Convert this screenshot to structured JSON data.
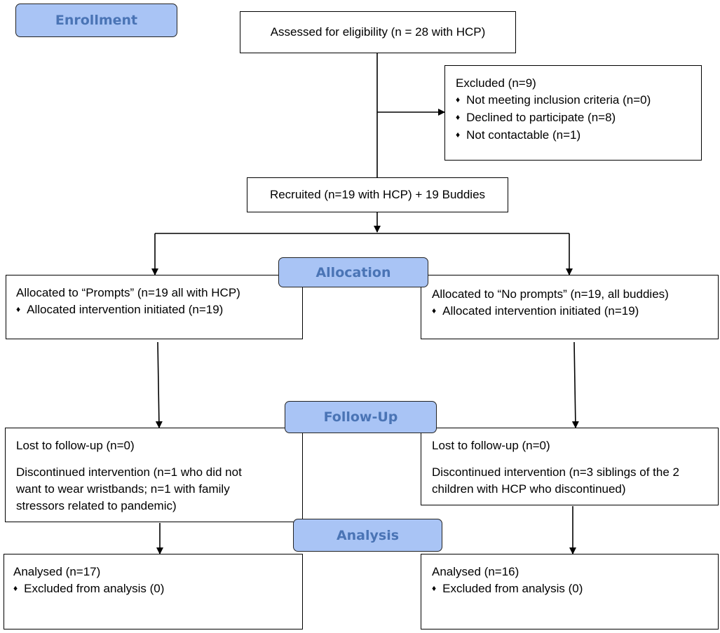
{
  "stages": {
    "enrollment": "Enrollment",
    "allocation": "Allocation",
    "follow_up": "Follow-Up",
    "analysis": "Analysis"
  },
  "assessed": "Assessed for eligibility (n = 28 with HCP)",
  "excluded": {
    "title": "Excluded (n=9)",
    "items": [
      "Not meeting inclusion criteria (n=0)",
      "Declined to participate (n=8)",
      "Not contactable (n=1)"
    ]
  },
  "recruited": "Recruited (n=19 with HCP) + 19 Buddies",
  "left": {
    "allocated": "Allocated to “Prompts” (n=19 all with HCP)",
    "allocated_item": "Allocated intervention initiated (n=19)",
    "lost": "Lost to follow-up (n=0)",
    "discontinued": [
      "Discontinued intervention (n=1 who did not",
      "want to wear wristbands; n=1 with family",
      "stressors related to pandemic)"
    ],
    "analysed": "Analysed (n=17)",
    "analysed_item": "Excluded from analysis (0)"
  },
  "right": {
    "allocated": "Allocated to “No prompts” (n=19, all buddies)",
    "allocated_item": "Allocated intervention initiated (n=19)",
    "lost": "Lost to follow-up (n=0)",
    "discontinued": [
      "Discontinued intervention (n=3 siblings of the 2",
      "children with HCP who discontinued)"
    ],
    "analysed": "Analysed (n=16)",
    "analysed_item": "Excluded from analysis (0)"
  }
}
